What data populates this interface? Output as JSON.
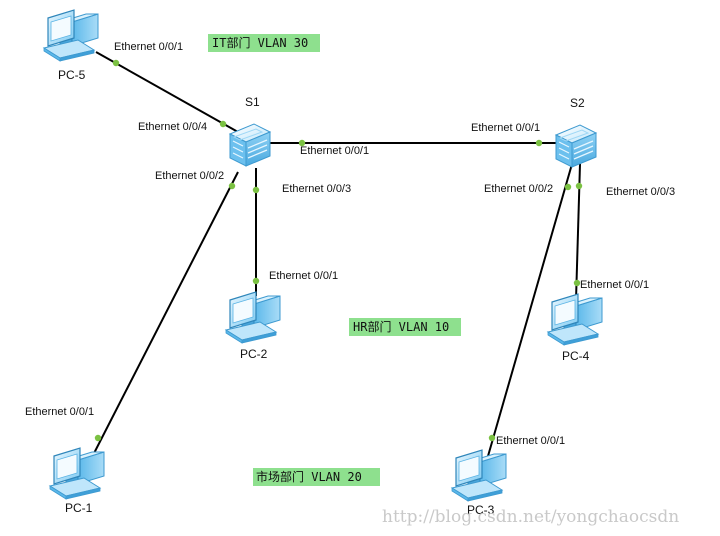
{
  "nodes": {
    "pc5": {
      "label": "PC-5"
    },
    "pc1": {
      "label": "PC-1"
    },
    "pc2": {
      "label": "PC-2"
    },
    "pc3": {
      "label": "PC-3"
    },
    "pc4": {
      "label": "PC-4"
    },
    "s1": {
      "label": "S1"
    },
    "s2": {
      "label": "S2"
    }
  },
  "ports": {
    "pc5_e001": "Ethernet 0/0/1",
    "s1_e004": "Ethernet 0/0/4",
    "s1_e001": "Ethernet 0/0/1",
    "s1_e002": "Ethernet 0/0/2",
    "s1_e003": "Ethernet 0/0/3",
    "pc2_e001": "Ethernet 0/0/1",
    "pc1_e001": "Ethernet 0/0/1",
    "s2_e001": "Ethernet 0/0/1",
    "s2_e002": "Ethernet 0/0/2",
    "s2_e003": "Ethernet 0/0/3",
    "pc4_e001": "Ethernet 0/0/1",
    "pc3_e001": "Ethernet 0/0/1"
  },
  "vlans": {
    "it": "IT部门 VLAN 30",
    "hr": "HR部门 VLAN 10",
    "market": "市场部门 VLAN 20"
  },
  "colors": {
    "link": "#000000",
    "port_dot": "#7bc142",
    "vlan_label_bg": "#8ee08e",
    "device_blue": "#6ec1ef"
  },
  "watermark": "http://blog.csdn.net/yongchaocsdn"
}
